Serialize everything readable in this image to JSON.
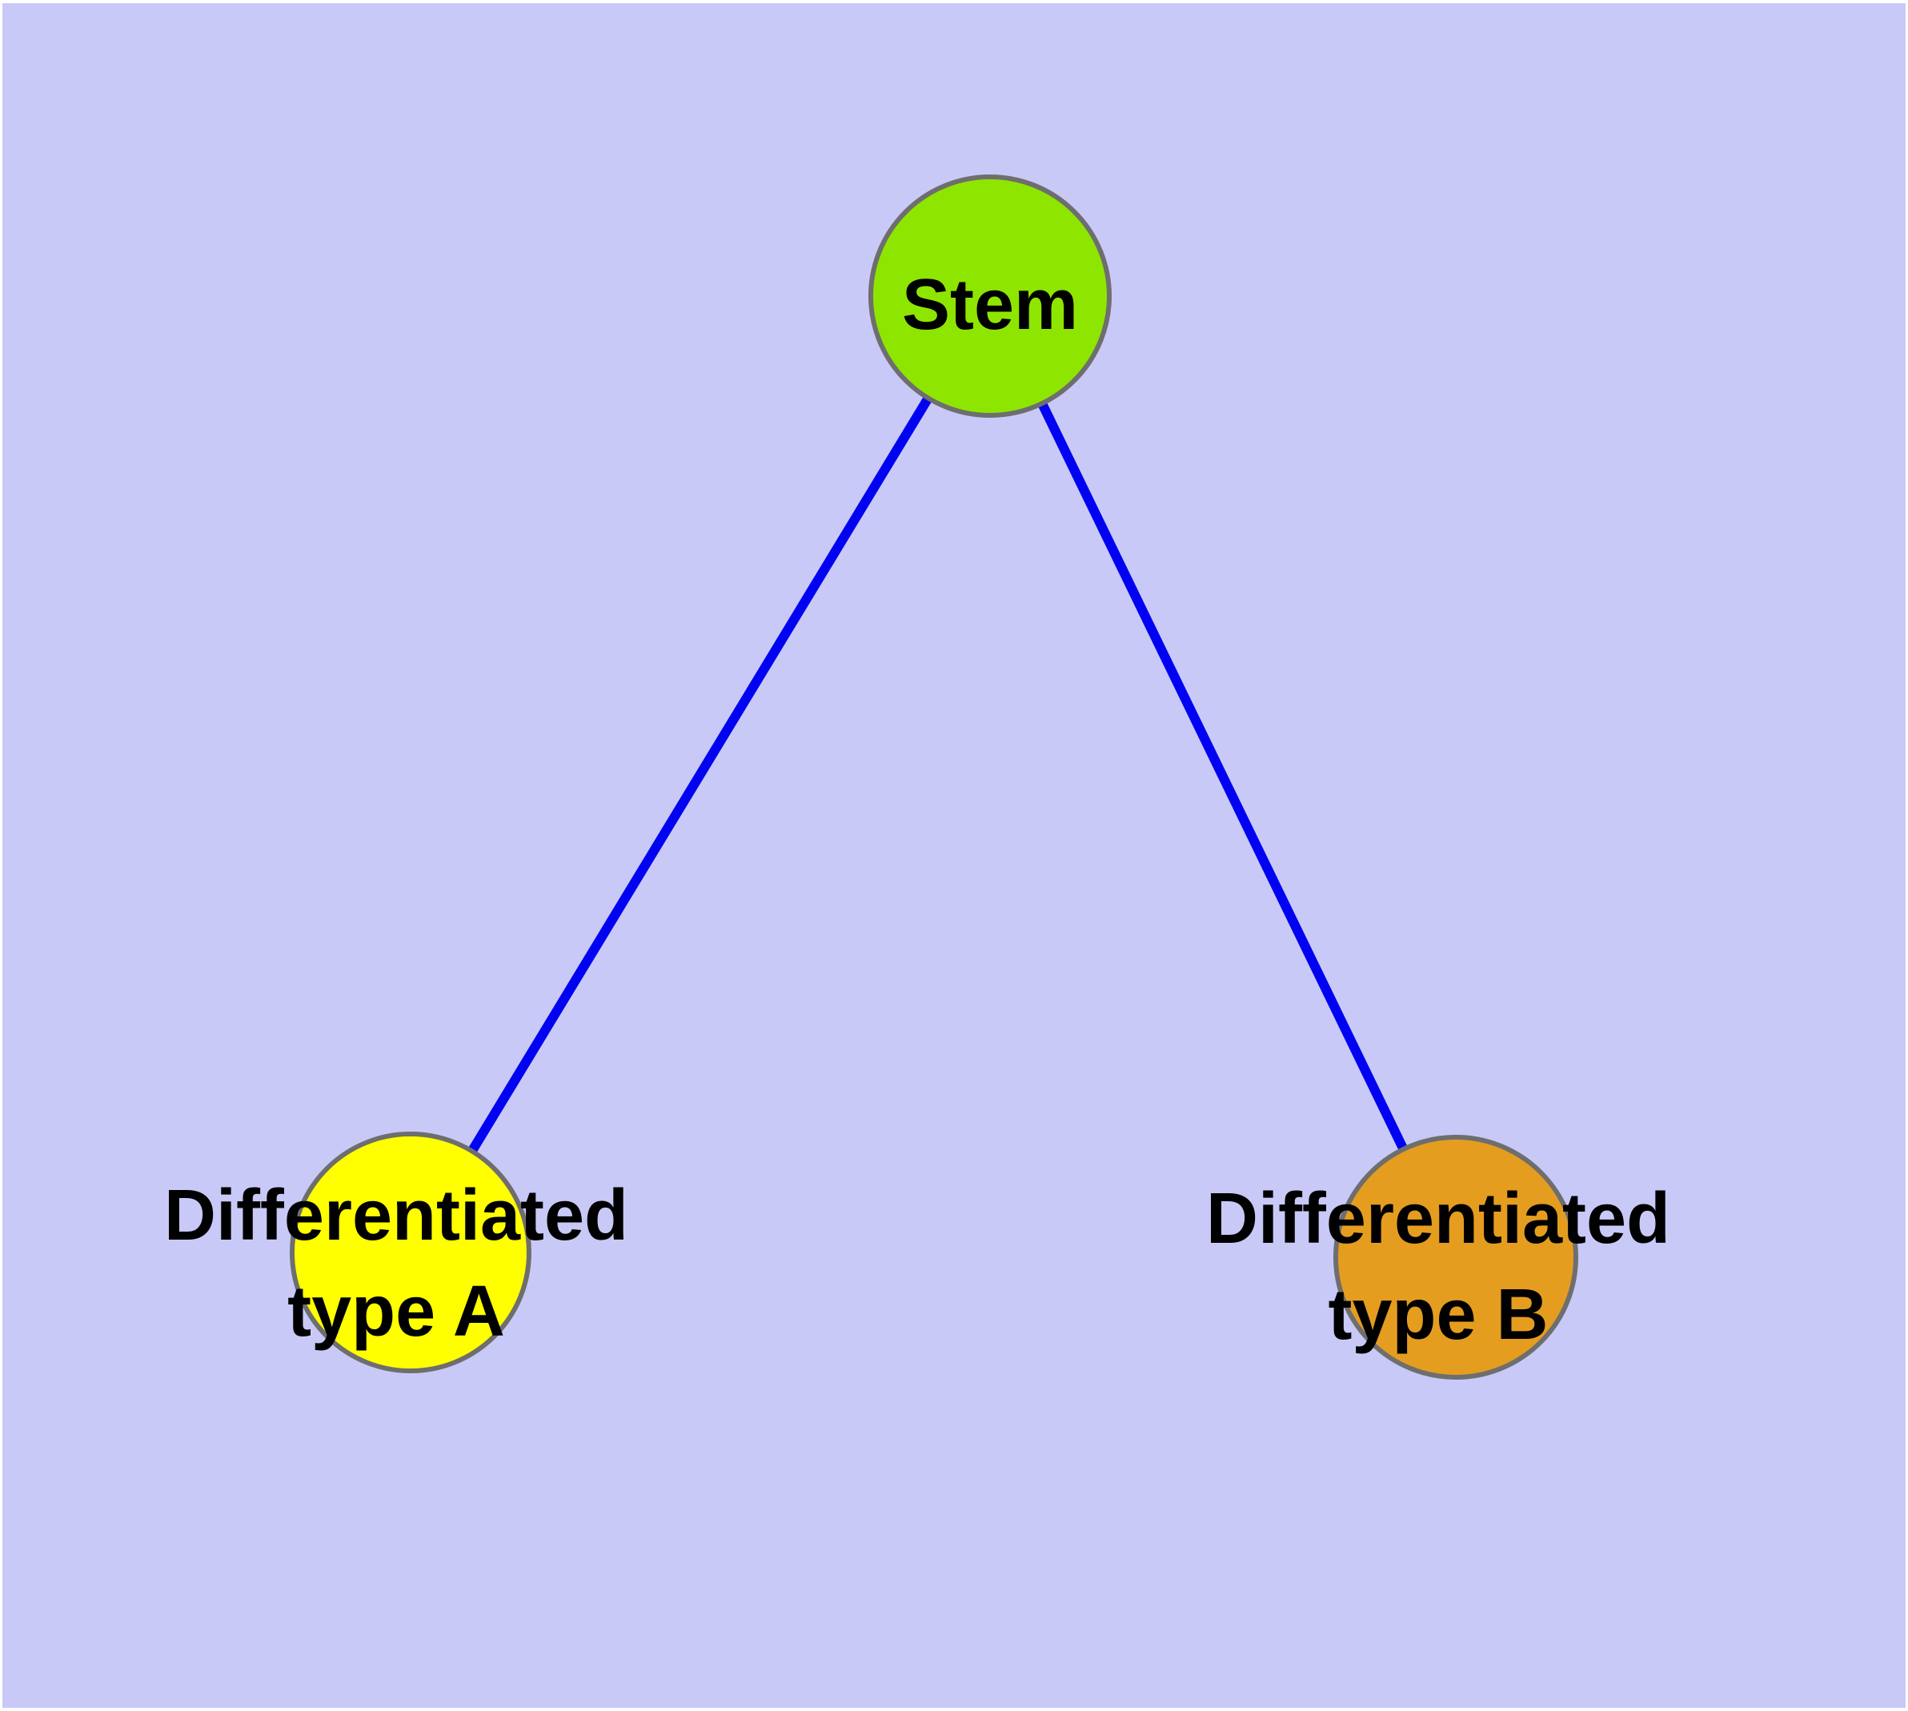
{
  "diagram": {
    "type": "graph",
    "background_color": "#C9C9F8",
    "frame_color": "#FFFFFF",
    "edge_color": "#0202F2",
    "node_border_color": "#6E6E6E",
    "label_color": "#000000",
    "nodes": [
      {
        "id": "stem",
        "label": "Stem",
        "line1": "Stem",
        "fill": "#8EE600"
      },
      {
        "id": "differentiated-type-a",
        "label": "Differentiated type A",
        "line1": "Differentiated",
        "line2": "type A",
        "fill": "#FFFF00"
      },
      {
        "id": "differentiated-type-b",
        "label": "Differentiated type B",
        "line1": "Differentiated",
        "line2": "type B",
        "fill": "#E59D20"
      }
    ],
    "edges": [
      {
        "from": "Stem",
        "to": "Differentiated type A"
      },
      {
        "from": "Stem",
        "to": "Differentiated type B"
      }
    ]
  }
}
